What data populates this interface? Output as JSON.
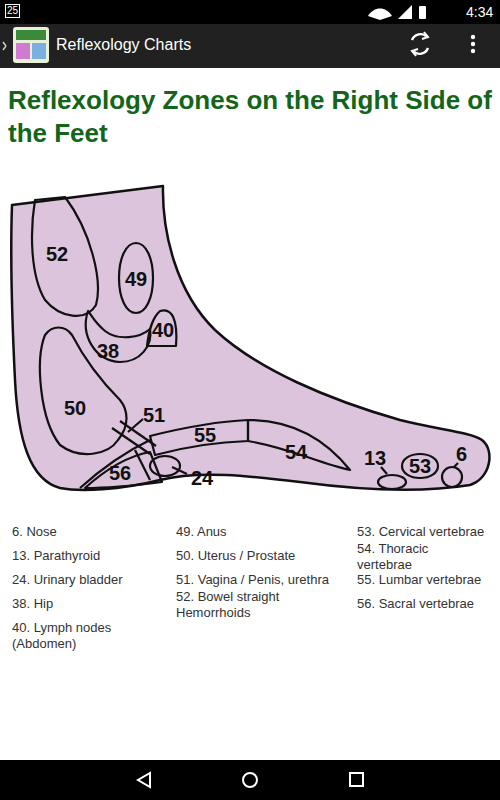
{
  "diagram": {
    "title": "Reflexology Zones on the Right Side of the Feet",
    "nodes": [
      {
        "text": [
          "52"
        ]
      },
      {
        "text": [
          "49"
        ]
      },
      {
        "text": [
          "40"
        ]
      },
      {
        "text": [
          "38"
        ]
      },
      {
        "text": [
          "50"
        ]
      },
      {
        "text": [
          "55"
        ]
      },
      {
        "text": [
          "54"
        ]
      },
      {
        "text": [
          "53"
        ]
      },
      {
        "text": [
          "56"
        ]
      }
    ],
    "labels": [
      "25",
      "4:34",
      "Reflexology Charts",
      "51",
      "13",
      "6",
      "24",
      "6. Nose",
      "13. Parathyroid",
      "24. Urinary bladder",
      "38. Hip",
      "40. Lymph nodes (Abdomen)",
      "49. Anus",
      "50. Uterus / Prostate",
      "51. Vagina / Penis, urethra",
      "52. Bowel straight Hemorrhoids",
      "53. Cervical vertebrae",
      "54. Thoracic vertebrae",
      "55. Lumbar vertebrae",
      "56. Sacral vertebrae"
    ]
  }
}
